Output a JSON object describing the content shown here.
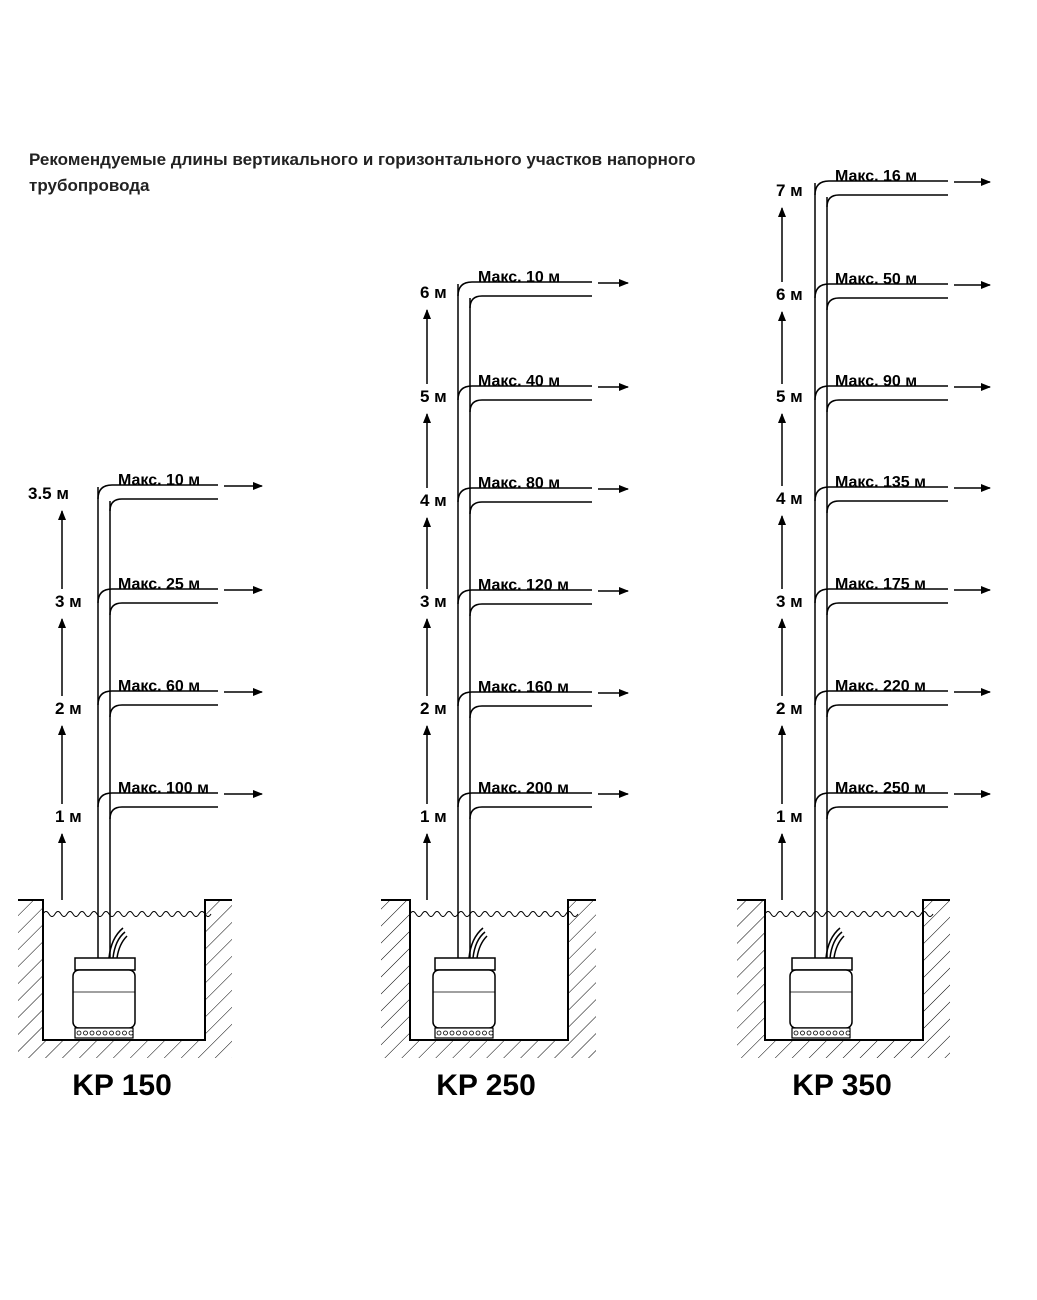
{
  "title": "Рекомендуемые длины вертикального и горизонтального участков напорного трубопровода",
  "pumps": [
    {
      "model": "KP 150",
      "heights": [
        "1 м",
        "2 м",
        "3 м",
        "3.5 м"
      ],
      "max_lengths": [
        "Макс. 100 м",
        "Макс. 60 м",
        "Макс. 25 м",
        "Макс. 10 м"
      ]
    },
    {
      "model": "KP 250",
      "heights": [
        "1 м",
        "2 м",
        "3 м",
        "4 м",
        "5 м",
        "6 м"
      ],
      "max_lengths": [
        "Макс. 200 м",
        "Макс. 160 м",
        "Макс. 120 м",
        "Макс. 80 м",
        "Макс. 40 м",
        "Макс. 10 м"
      ]
    },
    {
      "model": "KP 350",
      "heights": [
        "1 м",
        "2 м",
        "3 м",
        "4 м",
        "5 м",
        "6 м",
        "7 м"
      ],
      "max_lengths": [
        "Макс. 250 м",
        "Макс. 220 м",
        "Макс. 175 м",
        "Макс. 135 м",
        "Макс. 90 м",
        "Макс. 50 м",
        "Макс. 16 м"
      ]
    }
  ],
  "colors": {
    "line": "#000000",
    "pump_body": "#ffffff",
    "hatch": "#000000"
  }
}
